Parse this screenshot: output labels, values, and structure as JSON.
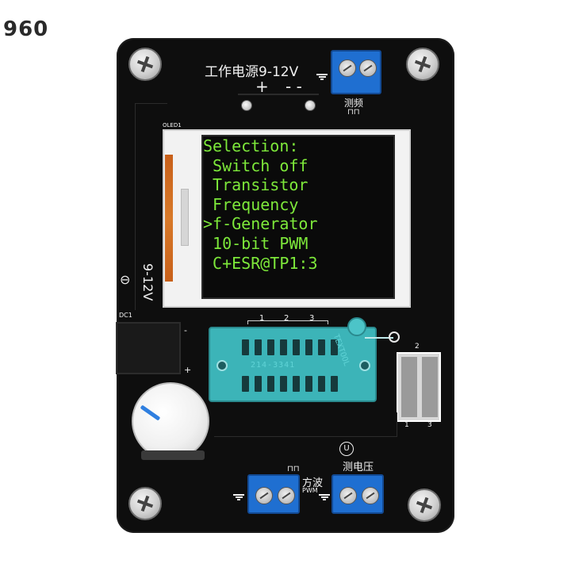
{
  "watermark": "960",
  "board": {
    "power_label": "工作电源9-12V",
    "plus_label": "+",
    "minus_label": "- -",
    "freq_label": "测频",
    "oled_label": "OLED1",
    "dc_label": "9-12V",
    "dc_ref": "DC1",
    "square_label": "方波",
    "pwm_label": "PWM",
    "voltage_label": "测电压",
    "voltage_icon": "U",
    "zif_pin_labels": [
      "1",
      "2",
      "3"
    ],
    "zif_text": "214-3341",
    "zif_side_text": "TEXTOOL",
    "pad_labels": [
      "2",
      "1",
      "3"
    ],
    "jack_minus": "-",
    "jack_plus": "+"
  },
  "lcd": {
    "lines": [
      "Selection:",
      " Switch off",
      " Transistor",
      " Frequency",
      ">f-Generator",
      " 10-bit PWM",
      " C+ESR@TP1:3"
    ],
    "text_color": "#7de83a",
    "background_color": "#0a0a0a"
  },
  "colors": {
    "pcb": "#0e0e0e",
    "terminal": "#1f6fd1",
    "zif": "#3cb4b8",
    "knob_marker": "#2f7fe0"
  }
}
